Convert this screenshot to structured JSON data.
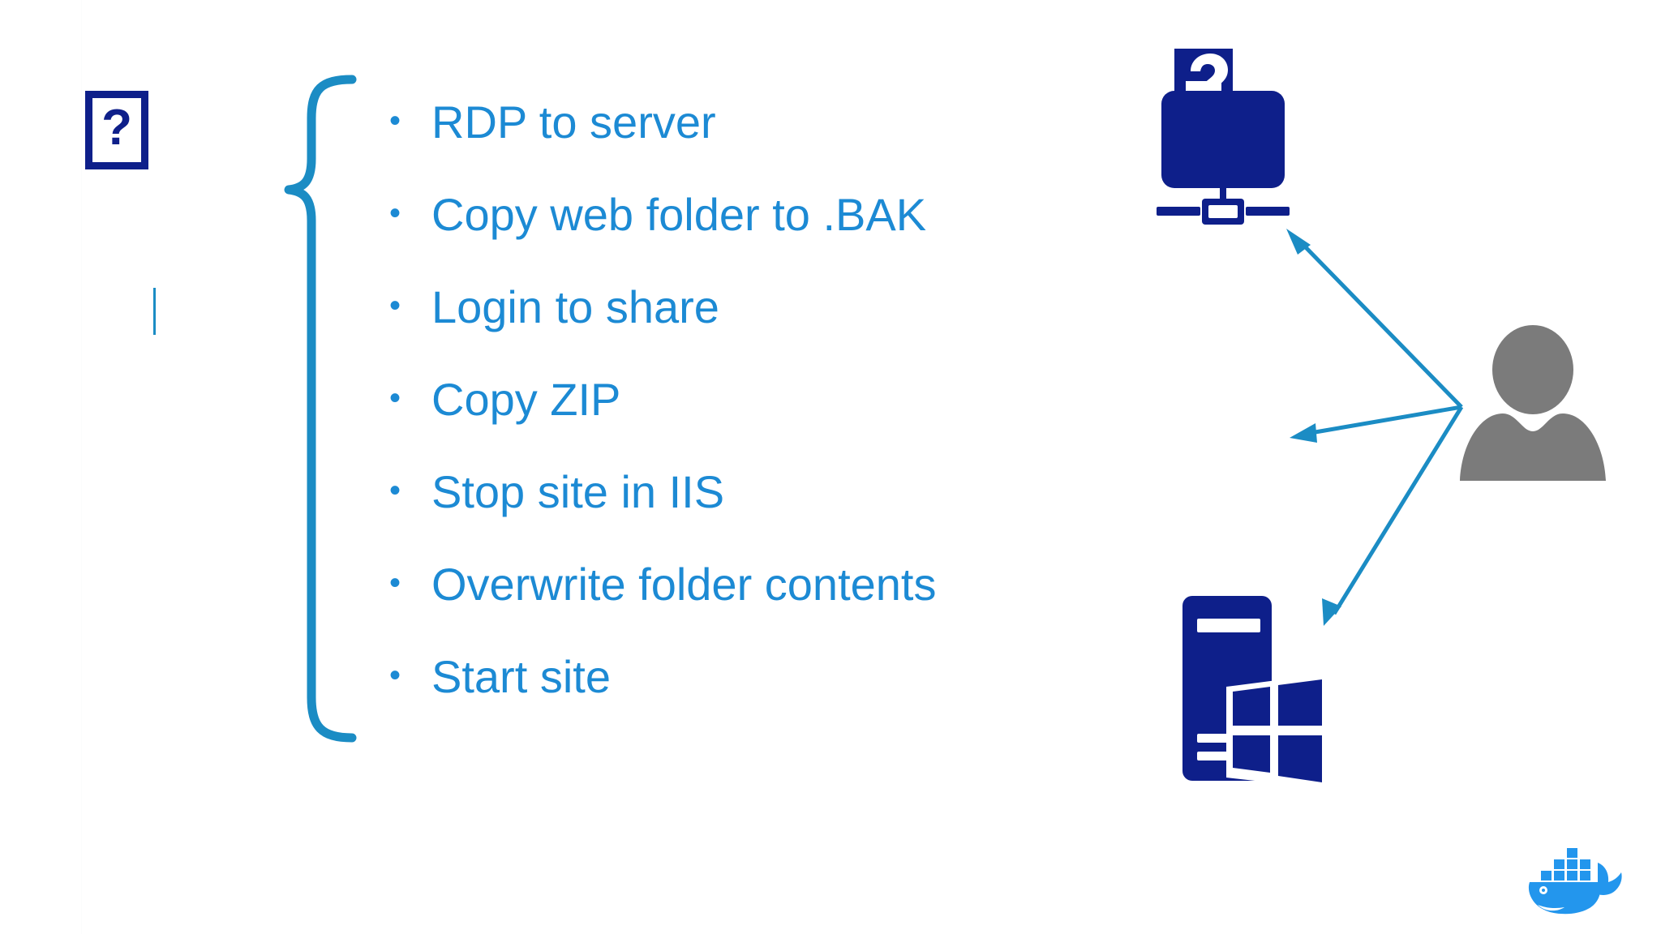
{
  "slide": {
    "background_color": "#ffffff",
    "accent_blue": "#1c8ad4",
    "icon_navy": "#0e1f8a",
    "person_gray": "#7b7b7b",
    "docker_blue": "#2396ed"
  },
  "placeholder": {
    "name": "missing-image-placeholder",
    "glyph": "?"
  },
  "brace": {
    "name": "curly-brace",
    "color": "#1b8cc4"
  },
  "steps": {
    "title": "",
    "items": [
      {
        "bullet": "•",
        "label": "RDP to server"
      },
      {
        "bullet": "•",
        "label": "Copy web folder to .BAK"
      },
      {
        "bullet": "•",
        "label": "Login to share"
      },
      {
        "bullet": "•",
        "label": "Copy ZIP"
      },
      {
        "bullet": "•",
        "label": "Stop site in IIS"
      },
      {
        "bullet": "•",
        "label": "Overwrite folder contents"
      },
      {
        "bullet": "•",
        "label": "Start site"
      }
    ]
  },
  "artwork": {
    "server_database": {
      "name": "network-server-database-icon",
      "color": "#0e1f8a"
    },
    "person": {
      "name": "user-person-icon",
      "color": "#7b7b7b"
    },
    "windows_server": {
      "name": "windows-server-tower-icon",
      "color": "#0e1f8a"
    },
    "docker": {
      "name": "docker-whale-logo",
      "color": "#2396ed"
    },
    "arrows": {
      "name": "connector-arrows",
      "color": "#1b8cc4",
      "count": 3
    }
  }
}
